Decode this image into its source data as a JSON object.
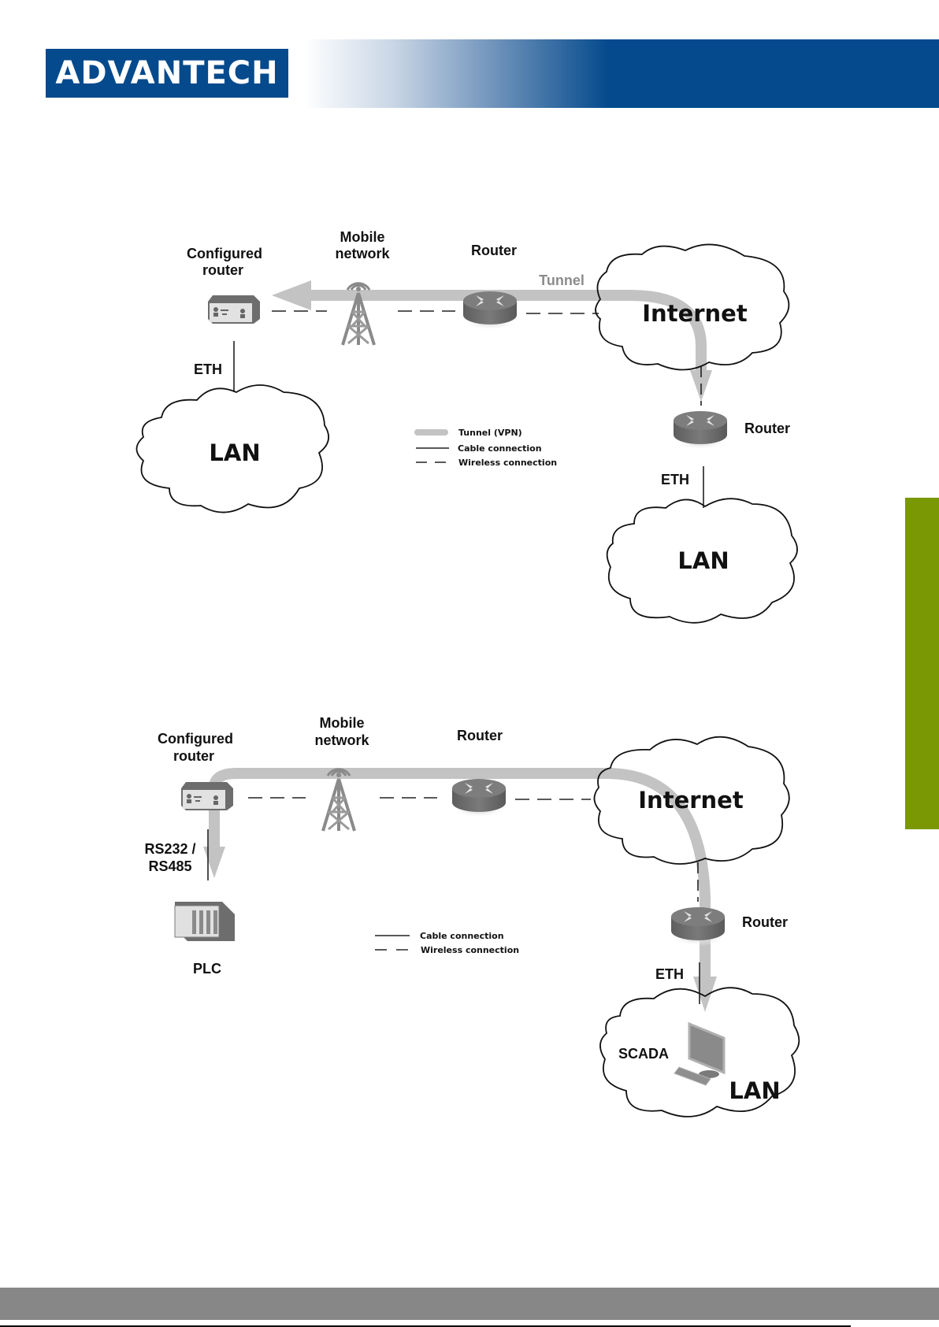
{
  "header": {
    "logo_text": "ADVANTECH",
    "brand_color": "#044a8c",
    "side_tab_color": "#799804",
    "footer_bar_color": "#878787"
  },
  "diagram1": {
    "configured_router_label_line1": "Configured",
    "configured_router_label_line2": "router",
    "mobile_network_label_line1": "Mobile",
    "mobile_network_label_line2": "network",
    "router_label": "Router",
    "tunnel_label": "Tunnel",
    "internet_label": "Internet",
    "remote_router_label": "Router",
    "eth_left_label": "ETH",
    "eth_right_label": "ETH",
    "lan_left_label": "LAN",
    "lan_right_label": "LAN",
    "legend": {
      "tunnel": "Tunnel (VPN)",
      "cable": "Cable connection",
      "wireless": "Wireless connection"
    }
  },
  "diagram2": {
    "configured_router_label_line1": "Configured",
    "configured_router_label_line2": "router",
    "mobile_network_label_line1": "Mobile",
    "mobile_network_label_line2": "network",
    "router_label": "Router",
    "internet_label": "Internet",
    "remote_router_label": "Router",
    "serial_label_line1": "RS232 /",
    "serial_label_line2": "RS485",
    "plc_label": "PLC",
    "eth_label": "ETH",
    "scada_label": "SCADA",
    "lan_label": "LAN",
    "legend": {
      "cable": "Cable connection",
      "wireless": "Wireless connection"
    }
  }
}
